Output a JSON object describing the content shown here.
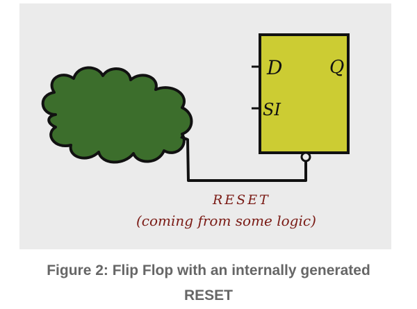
{
  "diagram": {
    "pins": {
      "d": "D",
      "q": "Q",
      "si": "SI"
    },
    "signal_label": "RESET",
    "signal_note": "(coming from some logic)",
    "colors": {
      "background": "#ebebeb",
      "flipflop_fill": "#cccc33",
      "cloud_fill": "#3c6e2c",
      "outline": "#111111",
      "annotation": "#7a1a14"
    }
  },
  "caption": {
    "line1": "Figure 2: Flip Flop with an internally generated",
    "line2": "RESET"
  }
}
